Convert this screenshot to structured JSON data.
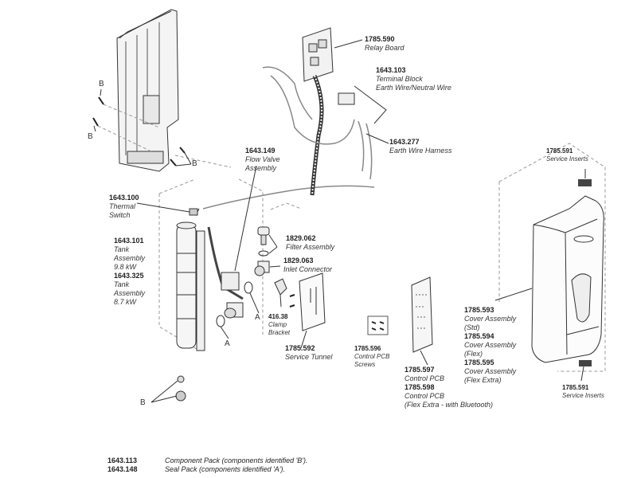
{
  "labels": {
    "relay_board": {
      "code": "1785.590",
      "desc": "Relay Board"
    },
    "terminal_block": {
      "code": "1643.103",
      "desc1": "Terminal Block",
      "desc2": "Earth Wire/Neutral Wire"
    },
    "earth_harness": {
      "code": "1643.277",
      "desc": "Earth Wire Harness"
    },
    "flow_valve": {
      "code": "1643.149",
      "desc1": "Flow Valve",
      "desc2": "Assembly"
    },
    "thermal_switch": {
      "code": "1643.100",
      "desc1": "Thermal",
      "desc2": "Switch"
    },
    "tank_98": {
      "code": "1643.101",
      "desc1": "Tank",
      "desc2": "Assembly",
      "desc3": "9.8 kW"
    },
    "tank_87": {
      "code": "1643.325",
      "desc1": "Tank",
      "desc2": "Assembly",
      "desc3": "8.7 kW"
    },
    "filter": {
      "code": "1829.062",
      "desc": "Filter Assembly"
    },
    "inlet": {
      "code": "1829.063",
      "desc": "Inlet Connector"
    },
    "clamp": {
      "code": "416.38",
      "desc1": "Clamp",
      "desc2": "Bracket"
    },
    "service_tunnel": {
      "code": "1785.592",
      "desc": "Service Tunnel"
    },
    "pcb_screws": {
      "code": "1785.596",
      "desc1": "Control PCB",
      "desc2": "Screws"
    },
    "control_pcb": {
      "code": "1785.597",
      "desc": "Control PCB"
    },
    "control_pcb_bt": {
      "code": "1785.598",
      "desc1": "Control PCB",
      "desc2": "(Flex Extra - with Bluetooth)"
    },
    "cover_std": {
      "code": "1785.593",
      "desc1": "Cover Assembly",
      "desc2": "(Std)"
    },
    "cover_flex": {
      "code": "1785.594",
      "desc1": "Cover Assembly",
      "desc2": "(Flex)"
    },
    "cover_flex_extra": {
      "code": "1785.595",
      "desc1": "Cover Assembly",
      "desc2": "(Flex Extra)"
    },
    "service_inserts_top": {
      "code": "1785.591",
      "desc": "Service Inserts"
    },
    "service_inserts_bottom": {
      "code": "1785.591",
      "desc": "Service Inserts"
    }
  },
  "letters": {
    "a": "A",
    "b": "B"
  },
  "legend": [
    {
      "code": "1643.113",
      "desc": "Component Pack (components identified 'B')."
    },
    {
      "code": "1643.148",
      "desc": "Seal Pack (components identified 'A')."
    }
  ]
}
